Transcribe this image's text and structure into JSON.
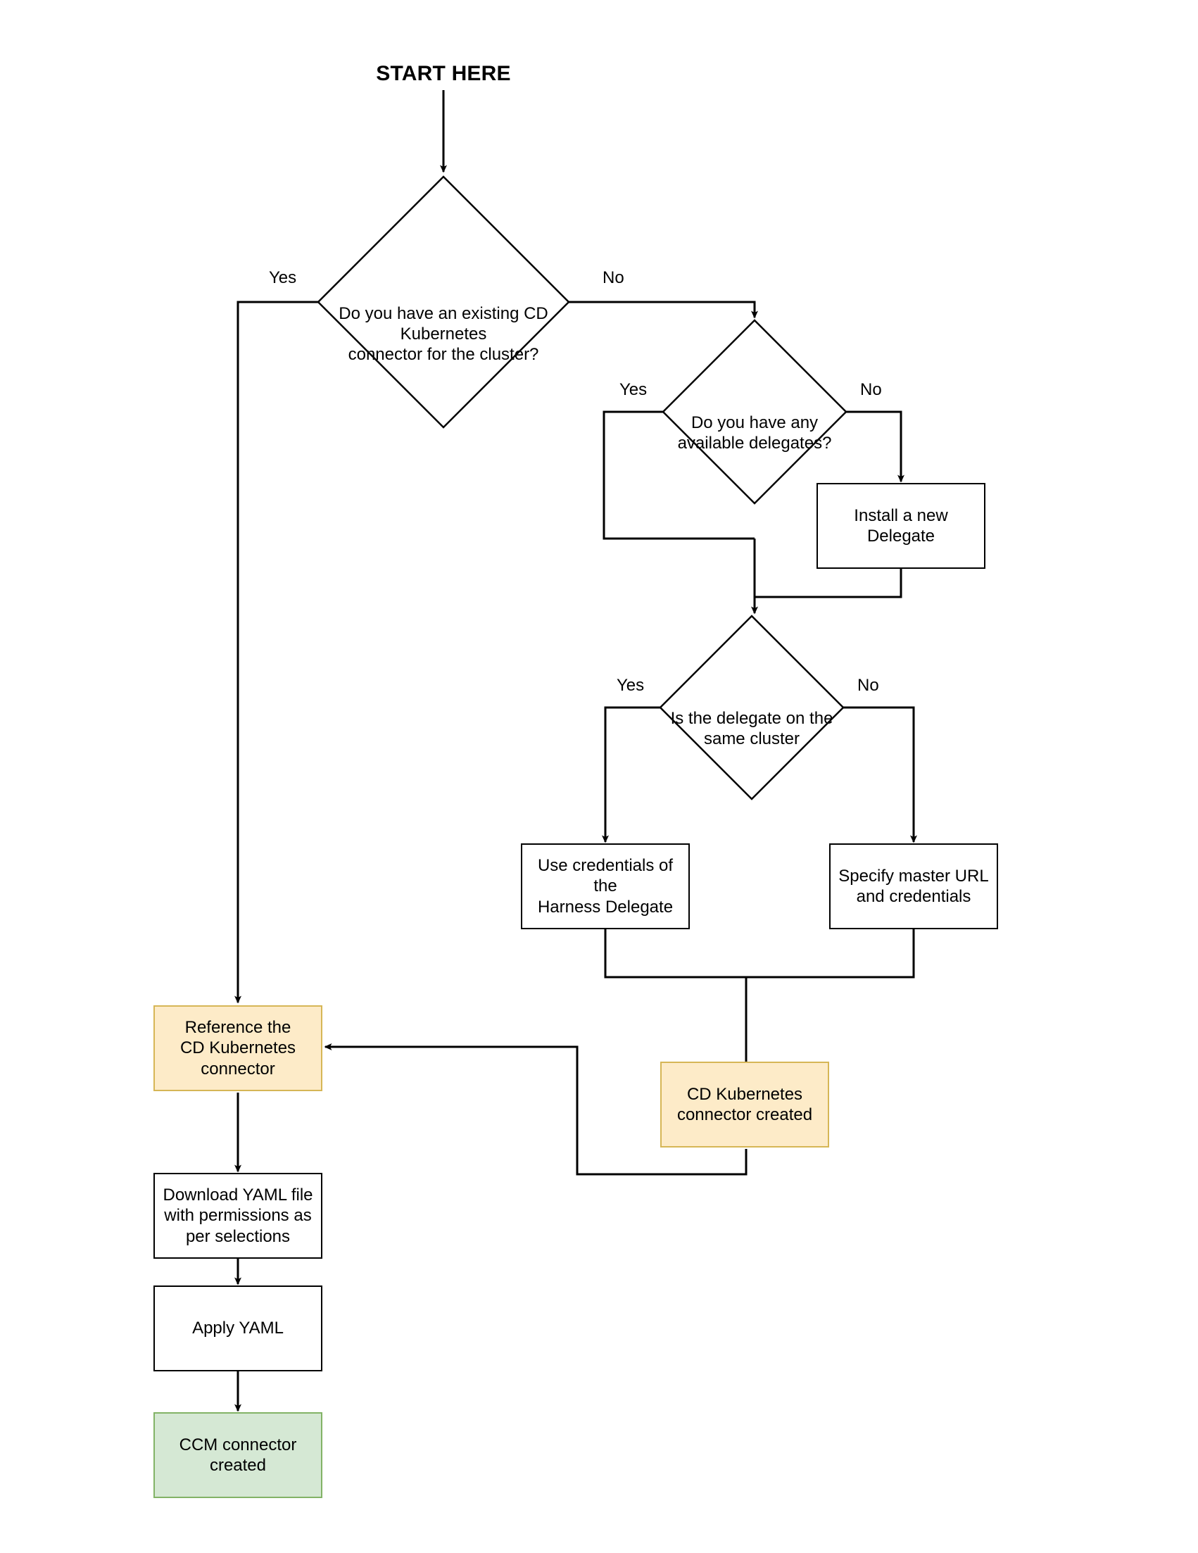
{
  "diagram": {
    "title": "START HERE",
    "type": "flowchart",
    "colors": {
      "line": "#000000",
      "box_border": "#000000",
      "box_fill": "#ffffff",
      "highlight_fill": "#fdebc8",
      "highlight_border": "#d6b656",
      "success_fill": "#d5e8d4",
      "success_border": "#82b366"
    },
    "decisions": [
      {
        "id": "d1",
        "text": "Do you have an existing CD Kubernetes connector for the cluster?",
        "line1": "Do you have an existing CD",
        "line2": "Kubernetes",
        "line3": "connector for the cluster?",
        "yes_label": "Yes",
        "no_label": "No"
      },
      {
        "id": "d2",
        "text": "Do you have any available delegates?",
        "line1": "Do you have any",
        "line2": "available delegates?",
        "line3": "",
        "yes_label": "Yes",
        "no_label": "No"
      },
      {
        "id": "d3",
        "text": "Is the delegate on the same cluster",
        "line1": "Is the delegate on the",
        "line2": "same cluster",
        "line3": "",
        "yes_label": "Yes",
        "no_label": "No"
      }
    ],
    "processes": [
      {
        "id": "p_install",
        "line1": "Install a new",
        "line2": "Delegate",
        "line3": "",
        "style": "plain"
      },
      {
        "id": "p_creds",
        "line1": "Use credentials of the",
        "line2": "Harness Delegate",
        "line3": "",
        "style": "plain"
      },
      {
        "id": "p_master",
        "line1": "Specify master URL",
        "line2": "and credentials",
        "line3": "",
        "style": "plain"
      },
      {
        "id": "p_reference",
        "line1": "Reference the",
        "line2": "CD Kubernetes",
        "line3": "connector",
        "style": "orange"
      },
      {
        "id": "p_cdcreated",
        "line1": "CD Kubernetes",
        "line2": "connector created",
        "line3": "",
        "style": "orange"
      },
      {
        "id": "p_download",
        "line1": "Download YAML file",
        "line2": "with permissions as",
        "line3": "per selections",
        "style": "plain"
      },
      {
        "id": "p_apply",
        "line1": "Apply YAML",
        "line2": "",
        "line3": "",
        "style": "plain"
      },
      {
        "id": "p_ccm",
        "line1": "CCM connector",
        "line2": "created",
        "line3": "",
        "style": "green"
      }
    ],
    "edge_labels": {
      "d1_yes": "Yes",
      "d1_no": "No",
      "d2_yes": "Yes",
      "d2_no": "No",
      "d3_yes": "Yes",
      "d3_no": "No"
    }
  }
}
